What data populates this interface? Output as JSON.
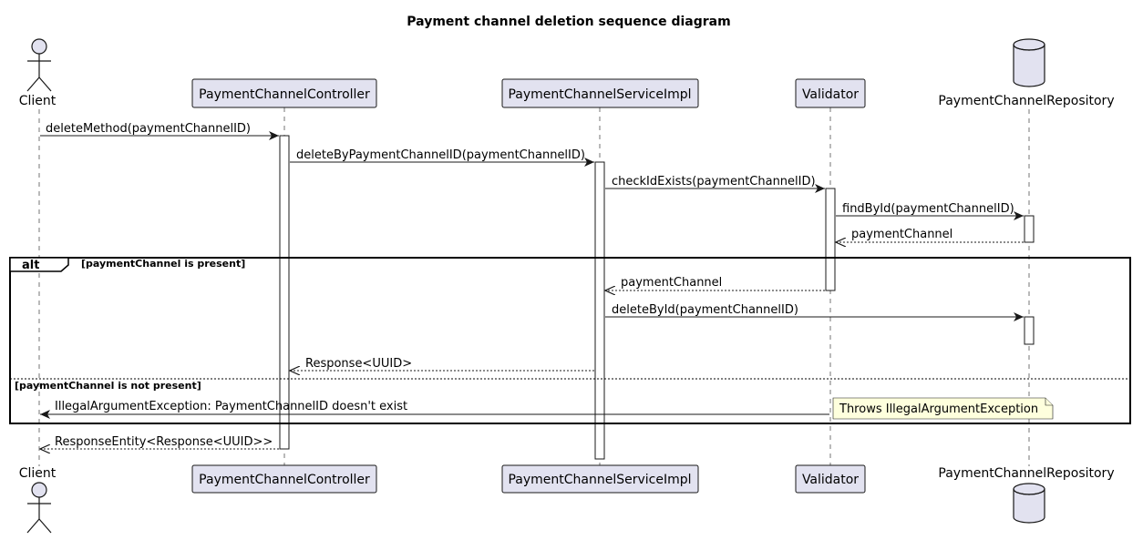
{
  "title": "Payment channel deletion sequence diagram",
  "participants": {
    "client": "Client",
    "controller": "PaymentChannelController",
    "service": "PaymentChannelServiceImpl",
    "validator": "Validator",
    "repository": "PaymentChannelRepository"
  },
  "messages": {
    "m1": "deleteMethod(paymentChannelID)",
    "m2": "deleteByPaymentChannelID(paymentChannelID)",
    "m3": "checkIdExists(paymentChannelID)",
    "m4": "findById(paymentChannelID)",
    "m5": "paymentChannel",
    "m6": "paymentChannel",
    "m7": "deleteById(paymentChannelID)",
    "m8": "Response<UUID>",
    "m9": "IllegalArgumentException: PaymentChannelID doesn't exist",
    "m10": "ResponseEntity<Response<UUID>>"
  },
  "alt": {
    "keyword": "alt",
    "guard1": "[paymentChannel is present]",
    "guard2": "[paymentChannel is not present]"
  },
  "note": "Throws IllegalArgumentException"
}
